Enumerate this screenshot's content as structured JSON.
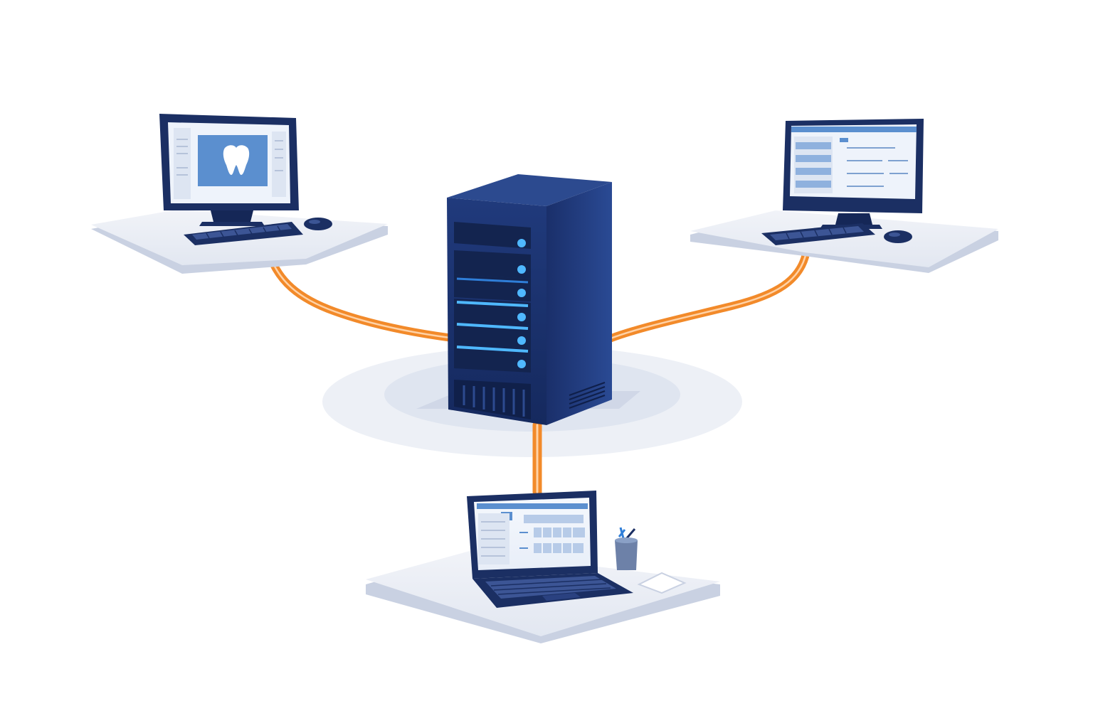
{
  "diagram": {
    "colors": {
      "background": "#ffffff",
      "device_navy": "#1b2f63",
      "server_front": "#1a3270",
      "server_side": "#14285a",
      "led_blue": "#4fb8ff",
      "cable_orange": "#f28a2a",
      "desk_surface": "#e6eaf3",
      "desk_edge": "#c9d1e2",
      "screen_bg": "#eef3fb",
      "screen_accent": "#5b8fcf",
      "halo": "#dfe5f0"
    },
    "nodes": [
      {
        "id": "server",
        "kind": "server-tower",
        "icon": "server-icon",
        "drive_bays": 6
      },
      {
        "id": "workstation-left",
        "kind": "desktop-workstation",
        "icon": "monitor-icon",
        "screen_content": "tooth-icon"
      },
      {
        "id": "workstation-right",
        "kind": "desktop-workstation",
        "icon": "monitor-icon",
        "screen_content": "list-view"
      },
      {
        "id": "laptop-bottom",
        "kind": "laptop-workstation",
        "icon": "laptop-icon",
        "screen_content": "form-view",
        "accessories": [
          "pen-holder-icon",
          "notepad-icon"
        ]
      }
    ],
    "links": [
      {
        "from": "server",
        "to": "workstation-left",
        "style": "orange-cable"
      },
      {
        "from": "server",
        "to": "workstation-right",
        "style": "orange-cable"
      },
      {
        "from": "server",
        "to": "laptop-bottom",
        "style": "orange-cable"
      }
    ]
  }
}
